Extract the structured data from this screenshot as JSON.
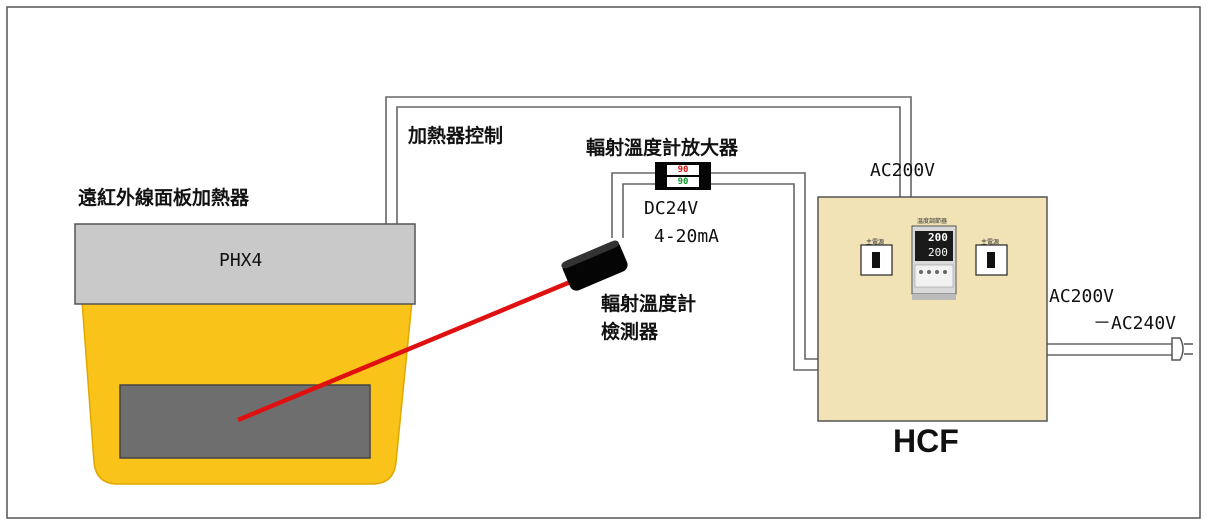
{
  "heater": {
    "title": "遠紅外線面板加熱器",
    "model": "PHX4"
  },
  "heater_control_label": "加熱器控制",
  "amplifier": {
    "title": "輻射溫度計放大器",
    "display_top": "90",
    "display_bottom": "90",
    "supply": "DC24V",
    "signal": "4-20mA"
  },
  "detector": {
    "title_line1": "輻射溫度計",
    "title_line2": "檢測器"
  },
  "controller": {
    "name": "HCF",
    "supply_top": "AC200V",
    "input_line1": "AC200V",
    "input_line2": "－AC240V",
    "readout": "200",
    "readout2": "200",
    "panel_label": "温度調節器",
    "switch_label": "主電源"
  },
  "colors": {
    "heater_body": "#f9c31a",
    "heater_top": "#c9c9c9",
    "panel": "#6e6e6e",
    "laser": "#e01010",
    "cabinet": "#f1e3b5",
    "cable": "#666666"
  }
}
